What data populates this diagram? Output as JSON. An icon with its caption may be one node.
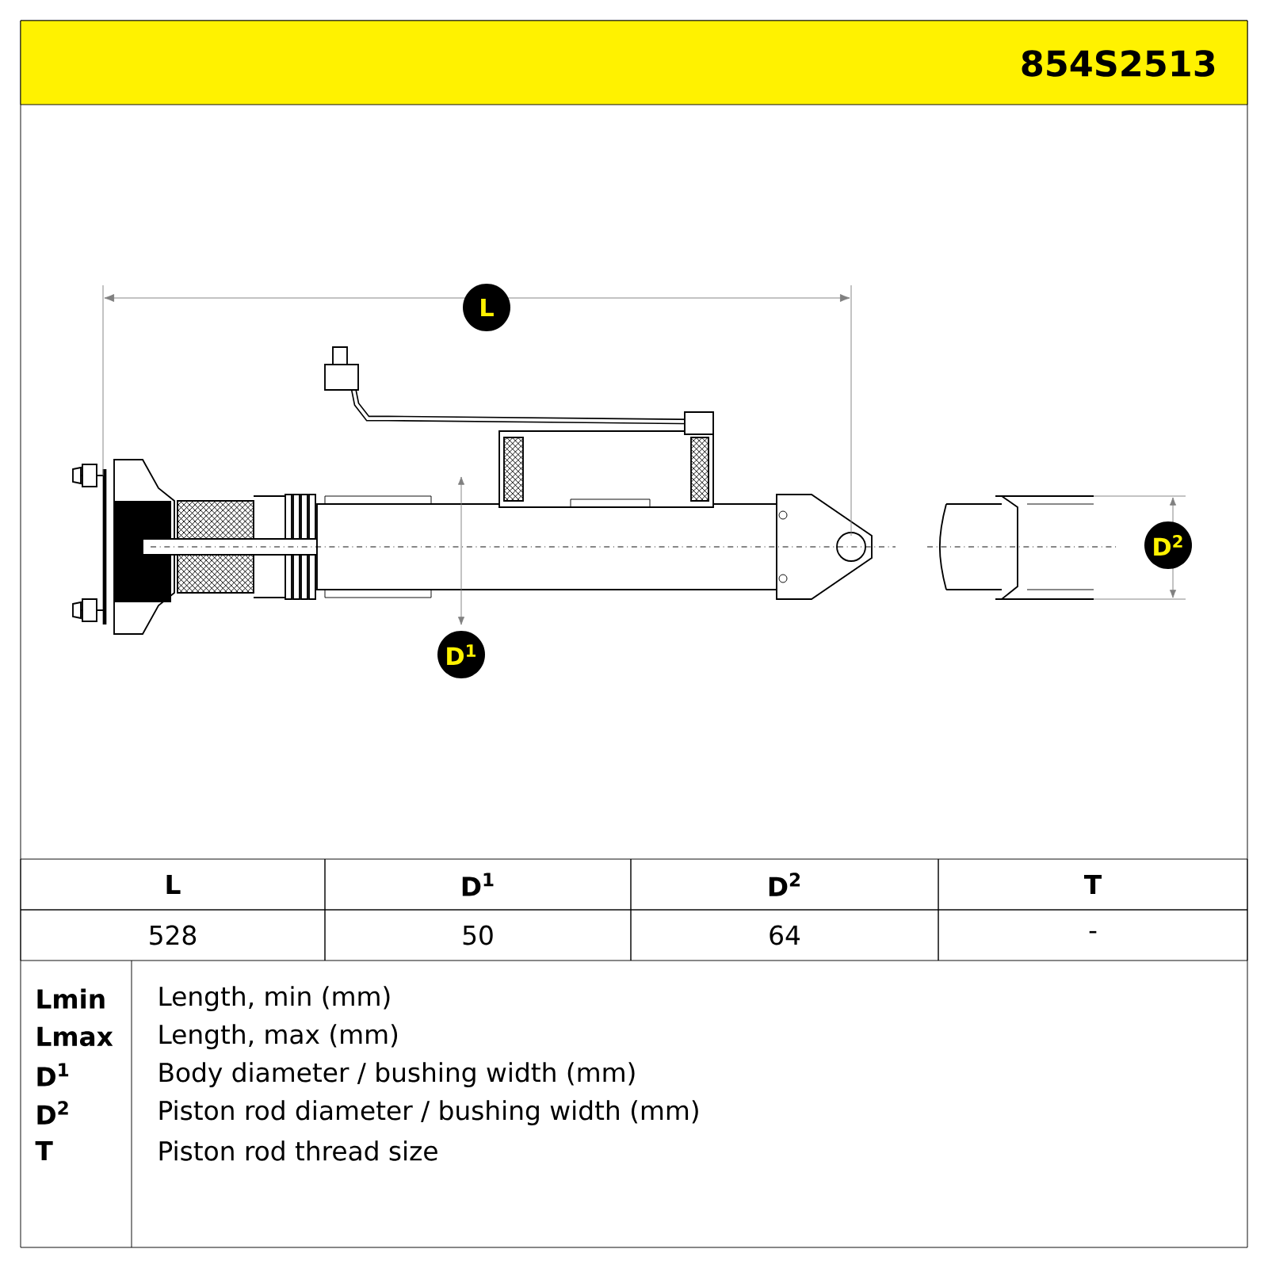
{
  "diagram": {
    "title": "854S2513",
    "labels": [
      "L",
      "D$^{2}$",
      "D$^{1}$",
      "L",
      "D$^{1}$",
      "D$^{2}$",
      "T",
      "528",
      "50",
      "64",
      "-",
      "Lmin",
      "Length, min (mm)",
      "Lmax",
      "Length, max (mm)",
      "D$^{1}$",
      "Body diameter / bushing width (mm)",
      "D$^{2}$",
      "Piston rod diameter / bushing width (mm)",
      "T",
      "Piston rod thread size"
    ]
  }
}
